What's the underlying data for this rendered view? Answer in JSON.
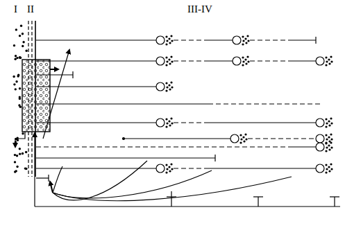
{
  "diagram": {
    "labels": [
      "I",
      "II",
      "III-IV"
    ]
  }
}
